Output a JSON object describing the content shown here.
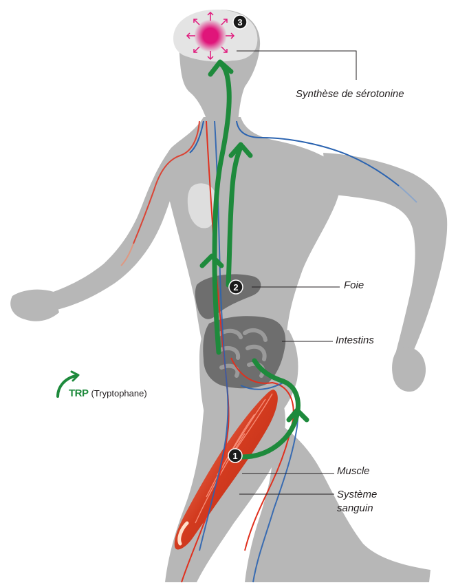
{
  "labels": {
    "serotonin": "Synthèse de sérotonine",
    "liver": "Foie",
    "intestines": "Intestins",
    "muscle": "Muscle",
    "blood_line1": "Système",
    "blood_line2": "sanguin"
  },
  "steps": {
    "muscle": "1",
    "liver": "2",
    "brain": "3"
  },
  "legend": {
    "abbr": "TRP",
    "name": "(Tryptophane)"
  },
  "colors": {
    "body": "#b7b7b7",
    "trp_arrow": "#1e8a3c",
    "artery": "#e0301e",
    "vein": "#2a63b0",
    "serotonin": "#e0157a",
    "organ": "#6e6e6e",
    "muscle": "#d23a1e"
  }
}
